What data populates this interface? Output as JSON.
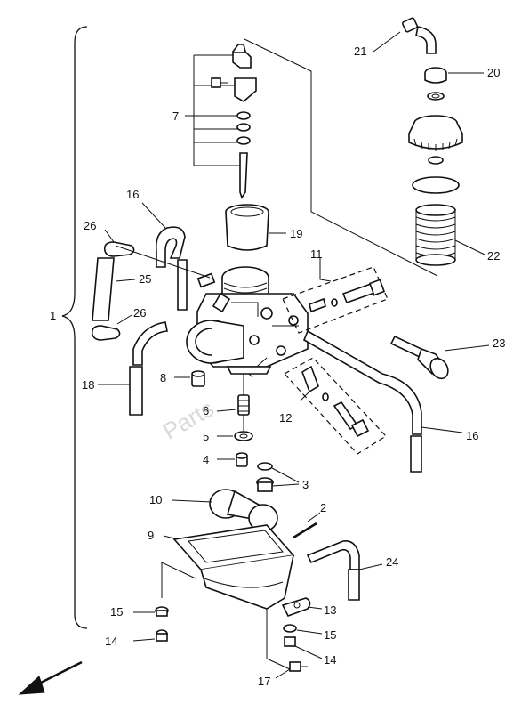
{
  "watermark": "Parts",
  "assembly_label": "1",
  "labels": {
    "p2": "2",
    "p3": "3",
    "p4": "4",
    "p5": "5",
    "p6": "6",
    "p7": "7",
    "p8": "8",
    "p9": "9",
    "p10": "10",
    "p11": "11",
    "p12": "12",
    "p13": "13",
    "p14a": "14",
    "p14b": "14",
    "p15a": "15",
    "p15b": "15",
    "p16a": "16",
    "p16b": "16",
    "p17": "17",
    "p18": "18",
    "p19": "19",
    "p20": "20",
    "p21": "21",
    "p22": "22",
    "p23": "23",
    "p24": "24",
    "p25": "25",
    "p26a": "26",
    "p26b": "26"
  }
}
